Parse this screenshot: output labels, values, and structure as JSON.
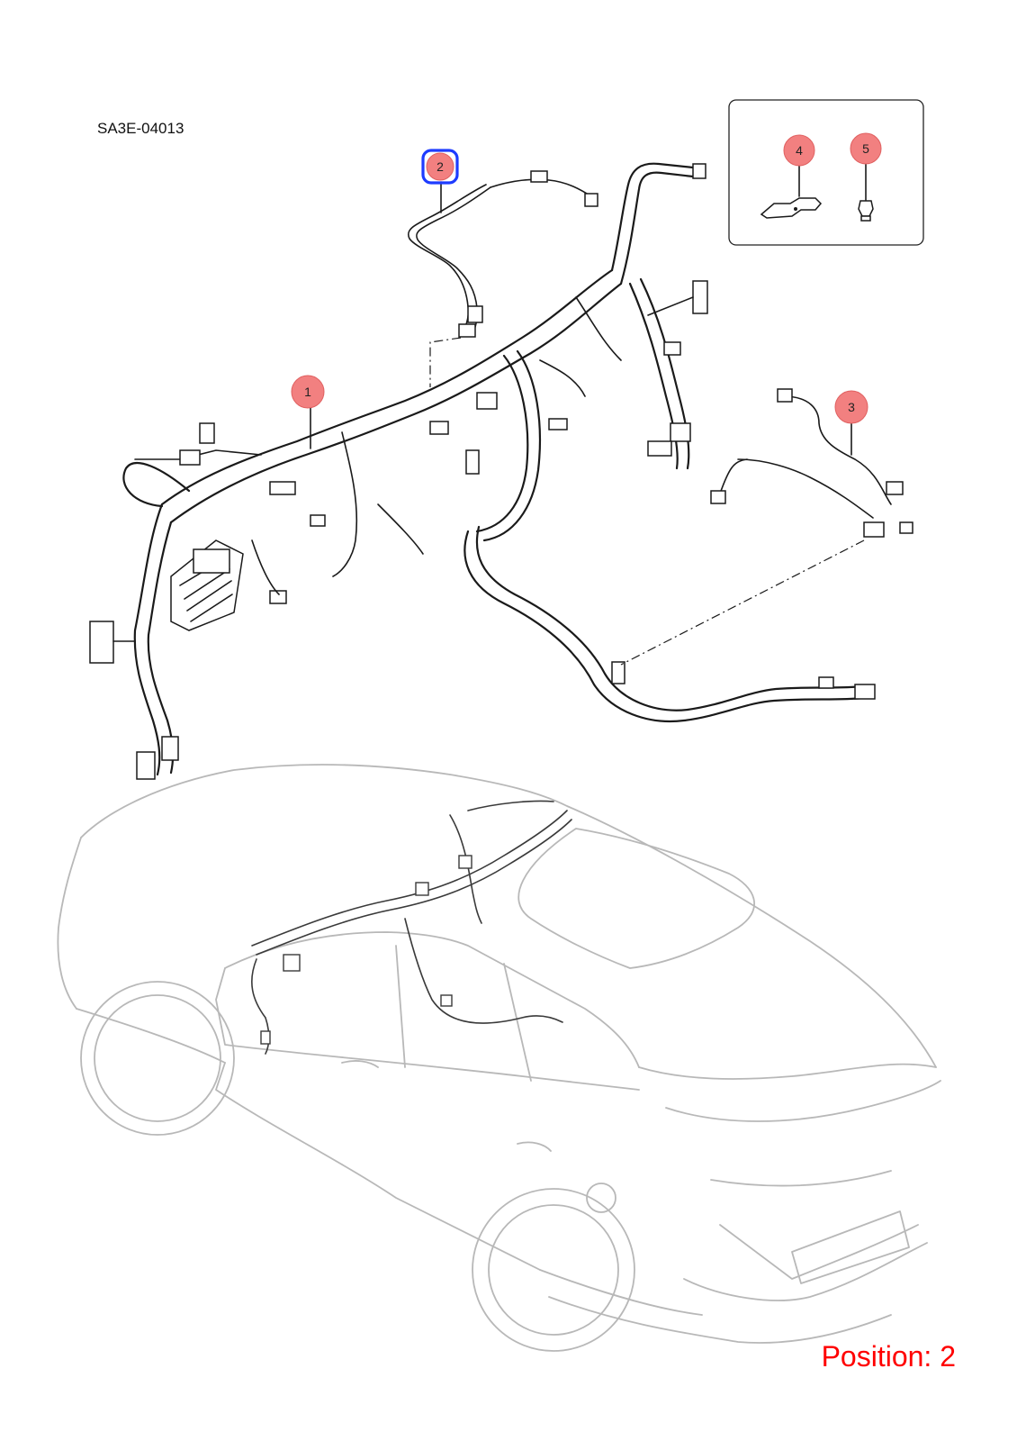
{
  "document": {
    "code": "SA3E-04013",
    "position_label": "Position: 2"
  },
  "callouts": [
    {
      "id": "1",
      "label": "1",
      "color": "#f28080",
      "selected": false
    },
    {
      "id": "2",
      "label": "2",
      "color": "#f28080",
      "selected": true,
      "highlight_color": "#1e3cff"
    },
    {
      "id": "3",
      "label": "3",
      "color": "#f28080",
      "selected": false
    },
    {
      "id": "4",
      "label": "4",
      "color": "#f28080",
      "selected": false
    },
    {
      "id": "5",
      "label": "5",
      "color": "#f28080",
      "selected": false
    }
  ],
  "colors": {
    "callout_fill": "#f28080",
    "selection_outline": "#1e3cff",
    "position_text": "#ff0000",
    "vehicle_outline": "#b8b8b8",
    "harness_line": "#1a1a1a"
  }
}
